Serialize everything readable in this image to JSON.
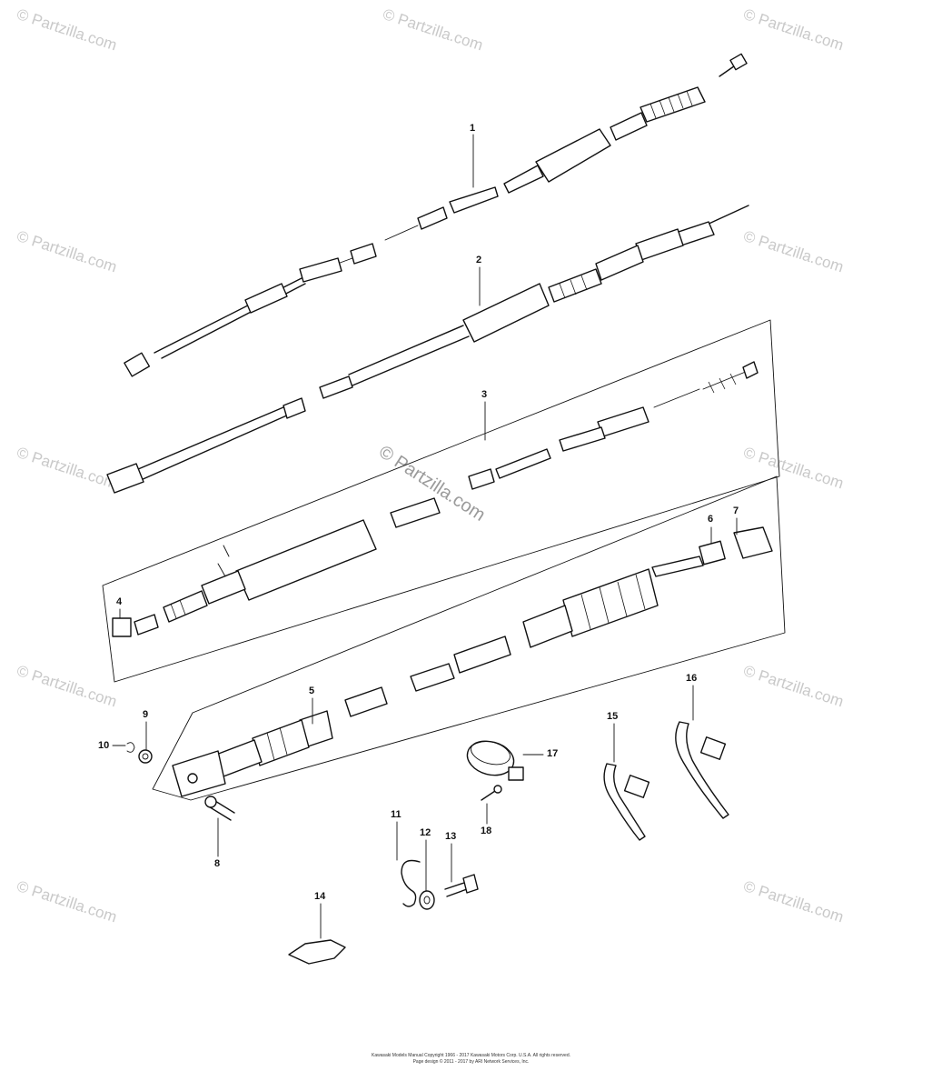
{
  "watermark": {
    "text": "© Partzilla.com",
    "center_text": "© Partzilla.com"
  },
  "callouts": {
    "c1": "1",
    "c2": "2",
    "c3": "3",
    "c4": "4",
    "c5": "5",
    "c6": "6",
    "c7": "7",
    "c8": "8",
    "c9": "9",
    "c10": "10",
    "c11": "11",
    "c12": "12",
    "c13": "13",
    "c14": "14",
    "c15": "15",
    "c16": "16",
    "c17": "17",
    "c18": "18"
  },
  "footer": {
    "line1": "Kawasaki Models Manual Copyright 1966 - 2017 Kawasaki Motors Corp. U.S.A. All rights reserved.",
    "line2": "Page design © 2011 - 2017 by ARI Network Services, Inc."
  }
}
